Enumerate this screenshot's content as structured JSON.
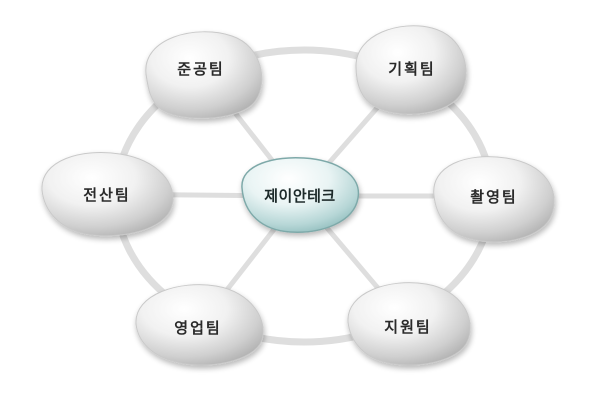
{
  "center": {
    "label": "제이안테크"
  },
  "teams": [
    {
      "label": "준공팀"
    },
    {
      "label": "기획팀"
    },
    {
      "label": "전산팀"
    },
    {
      "label": "촬영팀"
    },
    {
      "label": "영업팀"
    },
    {
      "label": "지원팀"
    }
  ],
  "colors": {
    "ring": "#dedede",
    "node_light": "#ffffff",
    "node_dark": "#b9b9b9",
    "center_light": "#ffffff",
    "center_dark": "#8fbcbc",
    "center_border": "#7ea9a9"
  }
}
